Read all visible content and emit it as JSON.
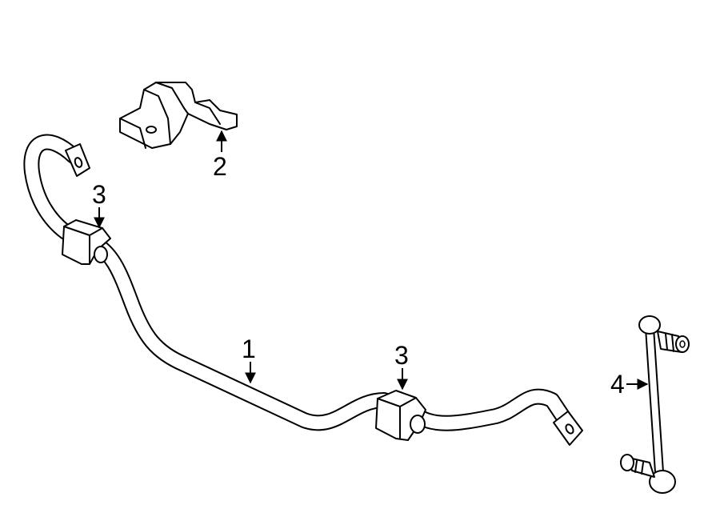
{
  "colors": {
    "background": "#ffffff",
    "line": "#000000",
    "part_fill": "#ffffff"
  },
  "callouts": {
    "stabilizer_bar": "1",
    "bracket": "2",
    "bushing_left": "3",
    "bushing_right": "3",
    "stabilizer_link": "4"
  }
}
